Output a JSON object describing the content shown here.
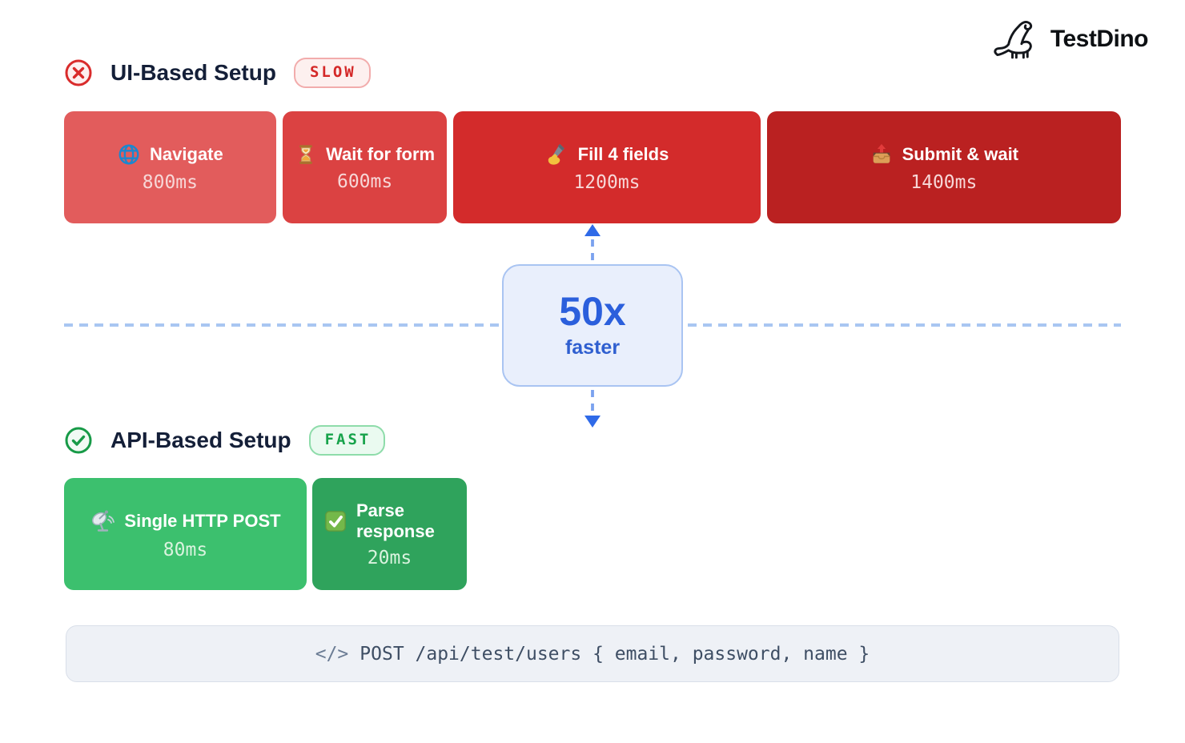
{
  "logo": {
    "text": "TestDino",
    "icon": "dinosaur-logo-icon"
  },
  "ui_section": {
    "title": "UI-Based Setup",
    "badge": "SLOW",
    "icon": "x-circle-icon",
    "blocks": [
      {
        "label": "Navigate",
        "duration": "800ms",
        "duration_ms": 800,
        "icon": "globe-icon",
        "color": "#e25c5c"
      },
      {
        "label": "Wait for form",
        "duration": "600ms",
        "duration_ms": 600,
        "icon": "hourglass-icon",
        "color": "#db4242"
      },
      {
        "label": "Fill 4 fields",
        "duration": "1200ms",
        "duration_ms": 1200,
        "icon": "writing-hand-icon",
        "color": "#d32b2b"
      },
      {
        "label": "Submit & wait",
        "duration": "1400ms",
        "duration_ms": 1400,
        "icon": "outbox-tray-icon",
        "color": "#ba2121"
      }
    ]
  },
  "comparison": {
    "multiplier": "50x",
    "label": "faster"
  },
  "api_section": {
    "title": "API-Based Setup",
    "badge": "FAST",
    "icon": "check-circle-icon",
    "blocks": [
      {
        "label": "Single HTTP POST",
        "duration": "80ms",
        "duration_ms": 80,
        "icon": "satellite-antenna-icon",
        "color": "#3cc06e"
      },
      {
        "label": "Parse response",
        "duration": "20ms",
        "duration_ms": 20,
        "icon": "check-button-icon",
        "color": "#2fa35c"
      }
    ]
  },
  "code_bar": {
    "icon_text": "</>",
    "text": "POST /api/test/users { email, password, name }"
  },
  "colors": {
    "slow_red": "#d42828",
    "fast_green": "#17a34b",
    "accent_blue": "#2b5fdc",
    "dash_blue": "#a9c6f2",
    "code_bg": "#eef1f6"
  }
}
